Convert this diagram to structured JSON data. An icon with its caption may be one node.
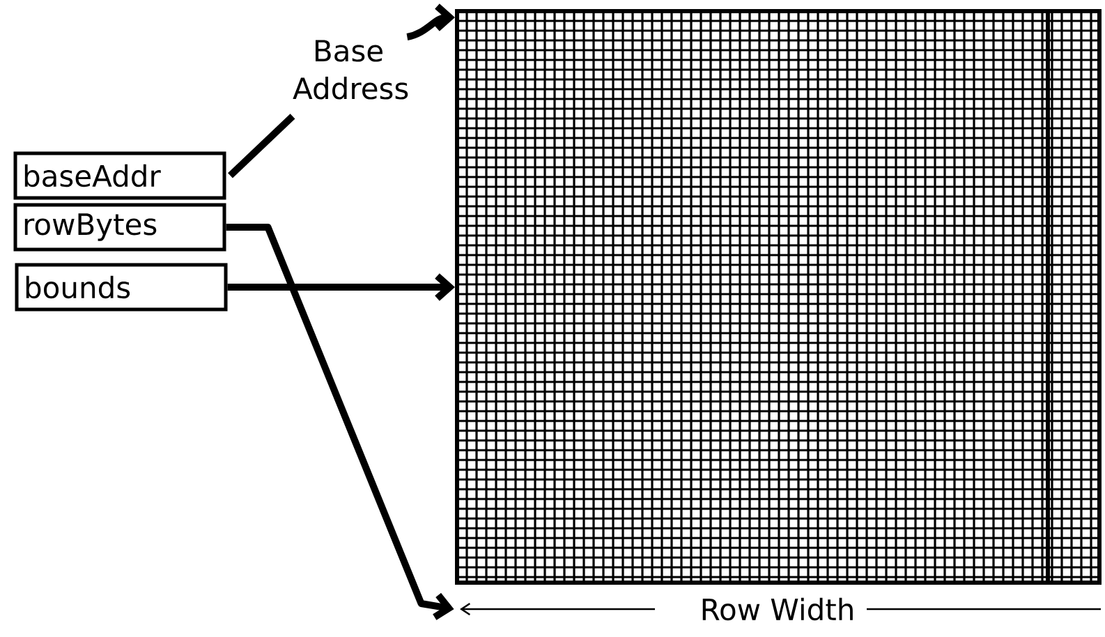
{
  "diagram": {
    "nodes": [
      {
        "text": [
          "baseAddr"
        ]
      },
      {
        "text": [
          "rowBytes"
        ]
      },
      {
        "text": [
          "bounds"
        ]
      },
      {
        "text": [
          "Base Address"
        ]
      },
      {
        "text": [],
        "shape": "box"
      },
      {
        "text": [
          "Row Width"
        ]
      }
    ],
    "edges": [
      {
        "from": 0,
        "to": 3,
        "arrow": "none"
      },
      {
        "from": 3,
        "to": 4,
        "arrow": "to"
      },
      {
        "from": 1,
        "to": 5,
        "arrow": "to"
      },
      {
        "from": 2,
        "to": 4,
        "arrow": "to"
      }
    ]
  }
}
